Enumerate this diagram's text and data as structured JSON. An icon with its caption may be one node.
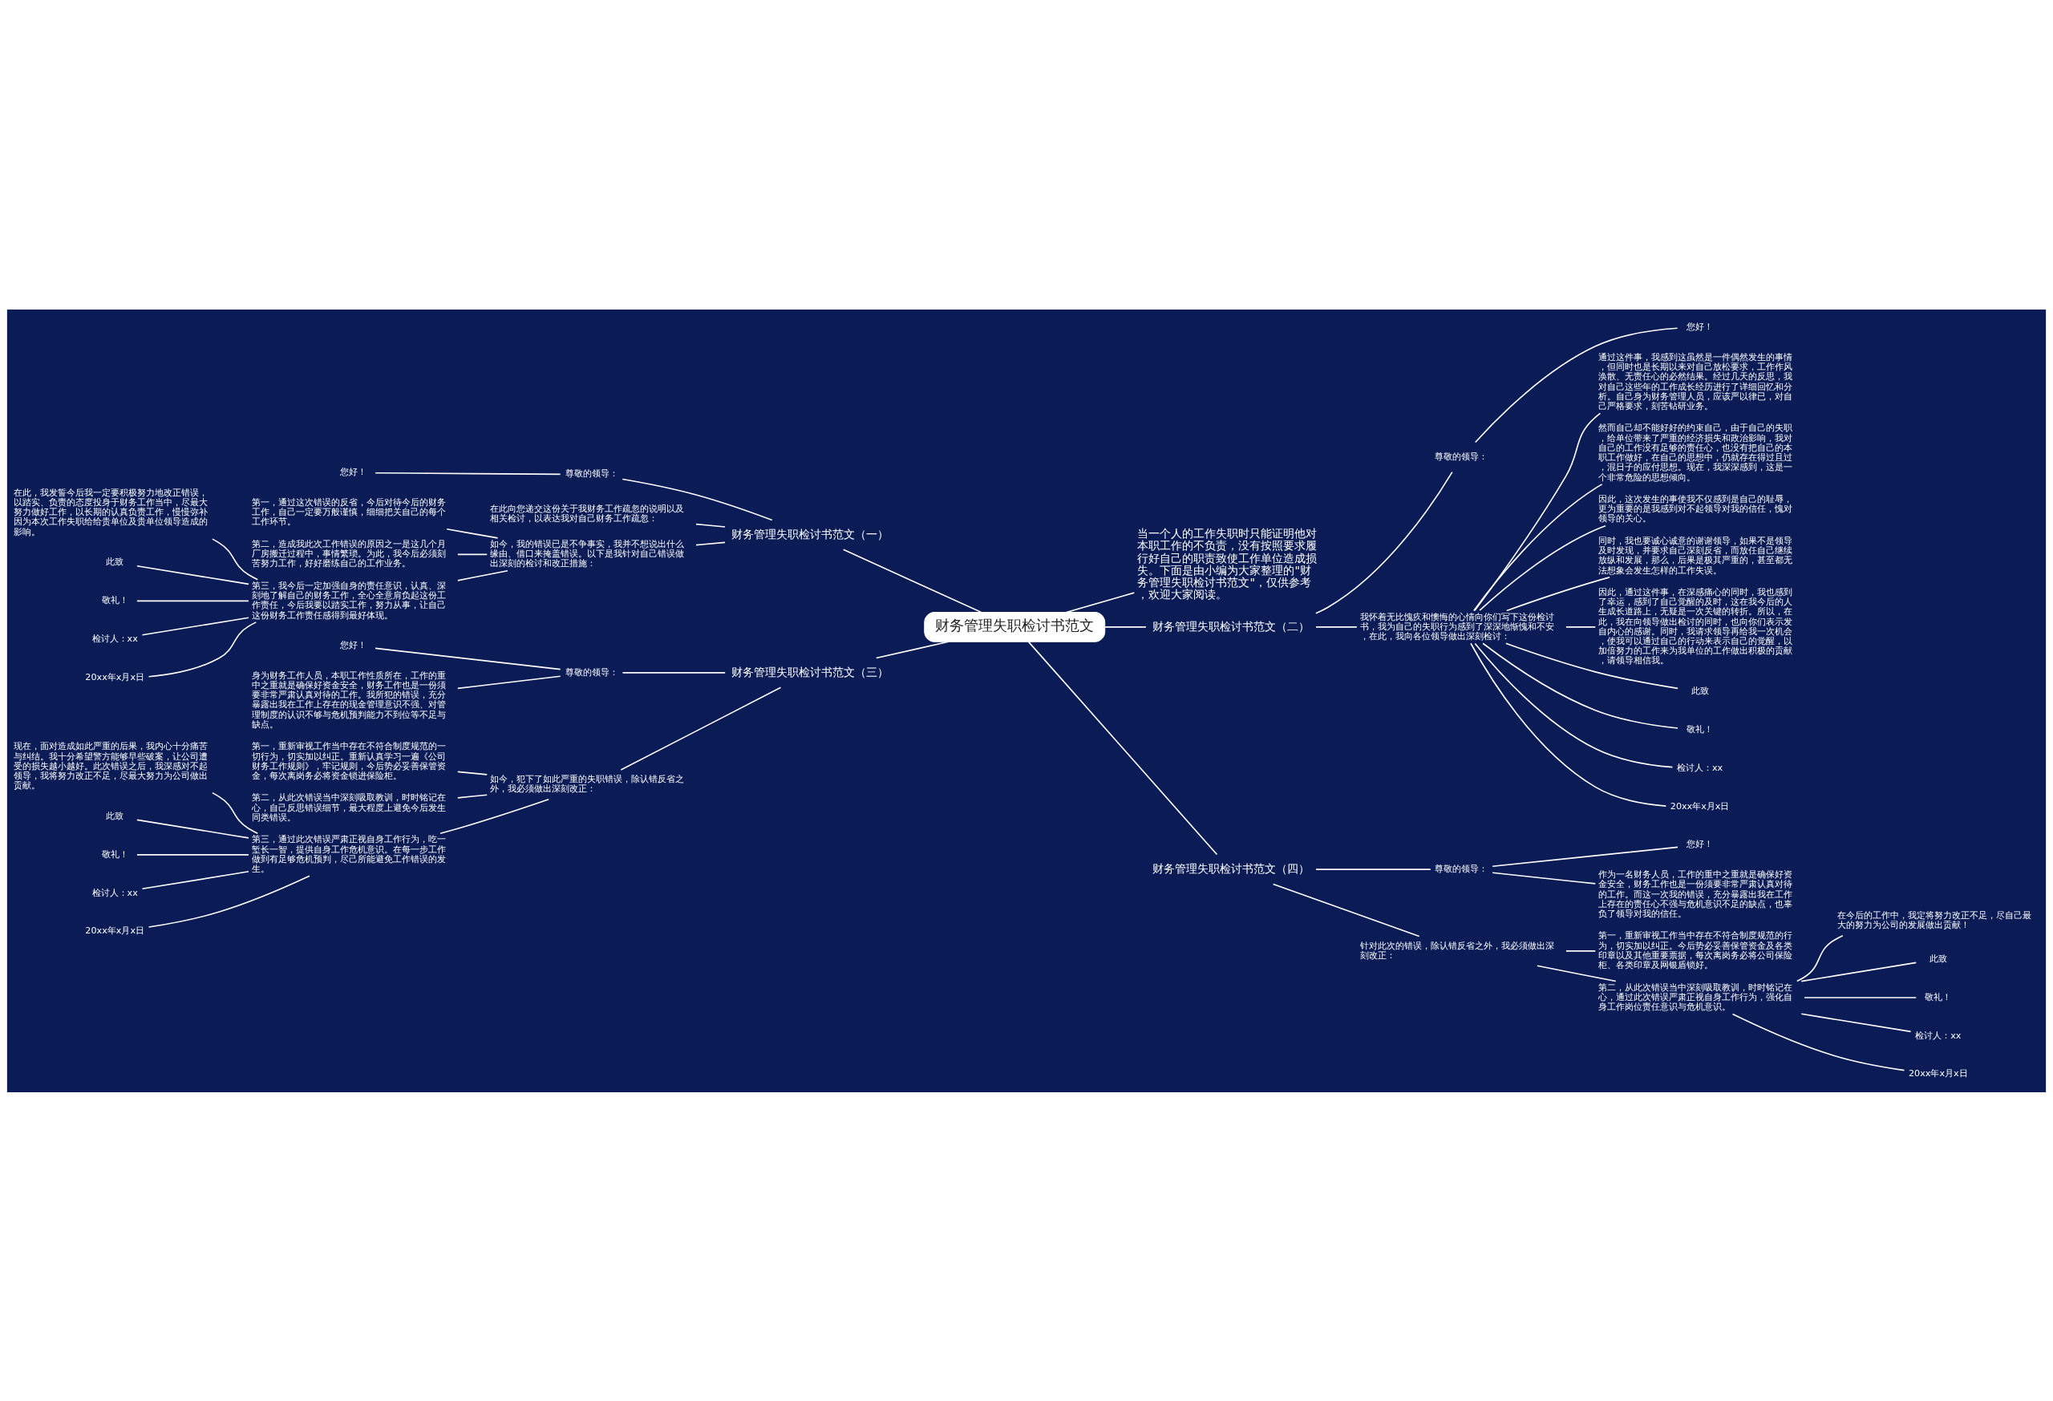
{
  "diagram": {
    "nodes": [
      {
        "text": [
          "财务管理失职检讨书范文"
        ]
      },
      {
        "text": [
          "当一个人的工作失职时只能证明他对本职工作的不负责，没有按照要求履行好自己的职责致使工作单位造成损失。下面是由小编为大家整理的\"财务管理失职检讨书范文\"，仅供参考，欢迎大家阅读。"
        ]
      },
      {
        "text": [
          "财务管理失职检讨书范文（二）"
        ]
      },
      {
        "text": [
          "尊敬的领导："
        ]
      },
      {
        "text": [
          "您好！"
        ]
      },
      {
        "text": [
          "我怀着无比愧疚和懊悔的心情向你们写下这份检讨书，我为自己的失职行为感到了深深地惭愧和不安，在此，我向各位领导做出深刻检讨："
        ]
      },
      {
        "text": [
          "通过这件事，我感到这虽然是一件偶然发生的事情，但同时也是长期以来对自己放松要求，工作作风涣散、无责任心的必然结果。经过几天的反思，我对自己这些年的工作成长经历进行了详细回忆和分析。自己身为财务管理人员，应该严以律已，对自己严格要求，刻苦钻研业务。"
        ]
      },
      {
        "text": [
          "然而自己却不能好好的约束自己，由于自己的失职，给单位带来了严重的经济损失和政治影响，我对自己的工作没有足够的责任心，也没有把自己的本职工作做好，在自己的思想中，仍就存在得过且过，混日子的应付思想。现在，我深深感到，这是一个非常危险的思想倾向。"
        ]
      },
      {
        "text": [
          "因此，这次发生的事使我不仅感到是自己的耻辱，更为重要的是我感到对不起领导对我的信任，愧对领导的关心。"
        ]
      },
      {
        "text": [
          "同时，我也要诚心诚意的谢谢领导，如果不是领导及时发现，并要求自己深刻反省，而放任自己继续放纵和发展，那么，后果是极其严重的，甚至都无法想象会发生怎样的工作失误。"
        ]
      },
      {
        "text": [
          "因此，通过这件事，在深感痛心的同时，我也感到了幸运，感到了自己觉醒的及时，这在我今后的人生成长道路上，无疑是一次关键的转折。所以，在此，我在向领导做出检讨的同时，也向你们表示发自内心的感谢。同时，我请求领导再给我一次机会，使我可以通过自己的行动来表示自己的觉醒，以加倍努力的工作来为我单位的工作做出积极的贡献，请领导相信我。"
        ]
      },
      {
        "text": [
          "此致"
        ]
      },
      {
        "text": [
          "敬礼！"
        ]
      },
      {
        "text": [
          "检讨人：xx"
        ]
      },
      {
        "text": [
          "20xx年x月x日"
        ]
      },
      {
        "text": [
          "财务管理失职检讨书范文（四）"
        ]
      },
      {
        "text": [
          "尊敬的领导："
        ]
      },
      {
        "text": [
          "您好！"
        ]
      },
      {
        "text": [
          "作为一名财务人员，工作的重中之重就是确保好资金安全，财务工作也是一份须要非常严肃认真对待的工作。而这一次我的错误，充分暴露出我在工作上存在的责任心不强与危机意识不足的缺点，也辜负了领导对我的信任。"
        ]
      },
      {
        "text": [
          "针对此次的错误，除认错反省之外，我必须做出深刻改正："
        ]
      },
      {
        "text": [
          "第一，重新审视工作当中存在不符合制度规范的行为，切实加以纠正。今后势必妥善保管资金及各类印章以及其他重要票据，每次离岗务必将公司保险柜、各类印章及网银盾锁好。"
        ]
      },
      {
        "text": [
          "第二，从此次错误当中深刻吸取教训，时时铭记在心，通过此次错误严肃正视自身工作行为，强化自身工作岗位责任意识与危机意识。"
        ]
      },
      {
        "text": [
          "在今后的工作中，我定将努力改正不足，尽自己最大的努力为公司的发展做出贡献！"
        ]
      },
      {
        "text": [
          "此致"
        ]
      },
      {
        "text": [
          "敬礼！"
        ]
      },
      {
        "text": [
          "检讨人：xx"
        ]
      },
      {
        "text": [
          "20xx年x月x日"
        ]
      },
      {
        "text": [
          "财务管理失职检讨书范文（一）"
        ]
      },
      {
        "text": [
          "尊敬的领导："
        ]
      },
      {
        "text": [
          "您好！"
        ]
      },
      {
        "text": [
          "在此向您递交这份关于我财务工作疏忽的说明以及相关检讨，以表达我对自己财务工作疏忽："
        ]
      },
      {
        "text": [
          "如今，我的错误已是不争事实，我并不想说出什么缘由、借口来掩盖错误。以下是我针对自己错误做出深刻的检讨和改正措施："
        ]
      },
      {
        "text": [
          "第一，通过这次错误的反省，今后对待今后的财务工作，自己一定要万般谨慎，细细把关自己的每个工作环节。"
        ]
      },
      {
        "text": [
          "第二，造成我此次工作错误的原因之一是这几个月厂房搬迁过程中，事情繁琐。为此，我今后必须刻苦努力工作，好好磨练自己的工作业务。"
        ]
      },
      {
        "text": [
          "第三，我今后一定加强自身的责任意识，认真、深刻地了解自己的财务工作，全心全意肩负起这份工作责任，今后我要以踏实工作，努力从事，让自己这份财务工作责任感得到最好体现。"
        ]
      },
      {
        "text": [
          "在此，我发誓今后我一定要积极努力地改正错误，以踏实、负责的态度投身于财务工作当中，尽最大努力做好工作，以长期的认真负责工作，慢慢弥补因为本次工作失职给给贵单位及贵单位领导造成的影响。"
        ]
      },
      {
        "text": [
          "此致"
        ]
      },
      {
        "text": [
          "敬礼！"
        ]
      },
      {
        "text": [
          "检讨人：xx"
        ]
      },
      {
        "text": [
          "20xx年x月x日"
        ]
      },
      {
        "text": [
          "财务管理失职检讨书范文（三）"
        ]
      },
      {
        "text": [
          "尊敬的领导："
        ]
      },
      {
        "text": [
          "您好！"
        ]
      },
      {
        "text": [
          "身为财务工作人员，本职工作性质所在，工作的重中之重就是确保好资金安全，财务工作也是一份须要非常严肃认真对待的工作。我所犯的错误，充分暴露出我在工作上存在的现金管理意识不强、对管理制度的认识不够与危机预判能力不到位等不足与缺点。"
        ]
      },
      {
        "text": [
          "如今，犯下了如此严重的失职错误，除认错反省之外，我必须做出深刻改正："
        ]
      },
      {
        "text": [
          "第一，重新审视工作当中存在不符合制度规范的一切行为，切实加以纠正。重新认真学习一遍《公司财务工作规则》，牢记规则，今后势必妥善保管资金，每次离岗务必将资金锁进保险柜。"
        ]
      },
      {
        "text": [
          "第二，从此次错误当中深刻吸取教训，时时铭记在心，自己反思错误细节，最大程度上避免今后发生同类错误。"
        ]
      },
      {
        "text": [
          "第三，通过此次错误严肃正视自身工作行为，吃一堑长一智，提供自身工作危机意识。在每一步工作做到有足够危机预判，尽己所能避免工作错误的发生。"
        ]
      },
      {
        "text": [
          "现在，面对造成如此严重的后果，我内心十分痛苦与纠结。我十分希望警方能够早些破案，让公司遭受的损失越小越好。此次错误之后，我深感对不起领导，我将努力改正不足，尽最大努力为公司做出贡献。"
        ]
      },
      {
        "text": [
          "此致"
        ]
      },
      {
        "text": [
          "敬礼！"
        ]
      },
      {
        "text": [
          "检讨人：xx"
        ]
      },
      {
        "text": [
          "20xx年x月x日"
        ]
      }
    ],
    "edges": [
      {
        "from": 0,
        "to": 1,
        "arrow": "none"
      },
      {
        "from": 0,
        "to": 2,
        "arrow": "none"
      },
      {
        "from": 2,
        "to": 3,
        "arrow": "none"
      },
      {
        "from": 3,
        "to": 4,
        "arrow": "none"
      },
      {
        "from": 2,
        "to": 5,
        "arrow": "none"
      },
      {
        "from": 5,
        "to": 6,
        "arrow": "none"
      },
      {
        "from": 5,
        "to": 7,
        "arrow": "none"
      },
      {
        "from": 5,
        "to": 8,
        "arrow": "none"
      },
      {
        "from": 5,
        "to": 9,
        "arrow": "none"
      },
      {
        "from": 5,
        "to": 10,
        "arrow": "none"
      },
      {
        "from": 5,
        "to": 11,
        "arrow": "none"
      },
      {
        "from": 5,
        "to": 12,
        "arrow": "none"
      },
      {
        "from": 5,
        "to": 13,
        "arrow": "none"
      },
      {
        "from": 5,
        "to": 14,
        "arrow": "none"
      },
      {
        "from": 0,
        "to": 15,
        "arrow": "none"
      },
      {
        "from": 15,
        "to": 16,
        "arrow": "none"
      },
      {
        "from": 16,
        "to": 17,
        "arrow": "none"
      },
      {
        "from": 16,
        "to": 18,
        "arrow": "none"
      },
      {
        "from": 15,
        "to": 19,
        "arrow": "none"
      },
      {
        "from": 19,
        "to": 20,
        "arrow": "none"
      },
      {
        "from": 19,
        "to": 21,
        "arrow": "none"
      },
      {
        "from": 21,
        "to": 22,
        "arrow": "none"
      },
      {
        "from": 21,
        "to": 23,
        "arrow": "none"
      },
      {
        "from": 21,
        "to": 24,
        "arrow": "none"
      },
      {
        "from": 21,
        "to": 25,
        "arrow": "none"
      },
      {
        "from": 21,
        "to": 26,
        "arrow": "none"
      },
      {
        "from": 0,
        "to": 27,
        "arrow": "none"
      },
      {
        "from": 27,
        "to": 28,
        "arrow": "none"
      },
      {
        "from": 28,
        "to": 29,
        "arrow": "none"
      },
      {
        "from": 27,
        "to": 30,
        "arrow": "none"
      },
      {
        "from": 27,
        "to": 31,
        "arrow": "none"
      },
      {
        "from": 31,
        "to": 32,
        "arrow": "none"
      },
      {
        "from": 31,
        "to": 33,
        "arrow": "none"
      },
      {
        "from": 31,
        "to": 34,
        "arrow": "none"
      },
      {
        "from": 34,
        "to": 35,
        "arrow": "none"
      },
      {
        "from": 34,
        "to": 36,
        "arrow": "none"
      },
      {
        "from": 34,
        "to": 37,
        "arrow": "none"
      },
      {
        "from": 34,
        "to": 38,
        "arrow": "none"
      },
      {
        "from": 34,
        "to": 39,
        "arrow": "none"
      },
      {
        "from": 0,
        "to": 40,
        "arrow": "none"
      },
      {
        "from": 40,
        "to": 41,
        "arrow": "none"
      },
      {
        "from": 41,
        "to": 42,
        "arrow": "none"
      },
      {
        "from": 41,
        "to": 43,
        "arrow": "none"
      },
      {
        "from": 40,
        "to": 44,
        "arrow": "none"
      },
      {
        "from": 44,
        "to": 45,
        "arrow": "none"
      },
      {
        "from": 44,
        "to": 46,
        "arrow": "none"
      },
      {
        "from": 44,
        "to": 47,
        "arrow": "none"
      },
      {
        "from": 47,
        "to": 48,
        "arrow": "none"
      },
      {
        "from": 47,
        "to": 49,
        "arrow": "none"
      },
      {
        "from": 47,
        "to": 50,
        "arrow": "none"
      },
      {
        "from": 47,
        "to": 51,
        "arrow": "none"
      },
      {
        "from": 47,
        "to": 52,
        "arrow": "none"
      }
    ]
  }
}
